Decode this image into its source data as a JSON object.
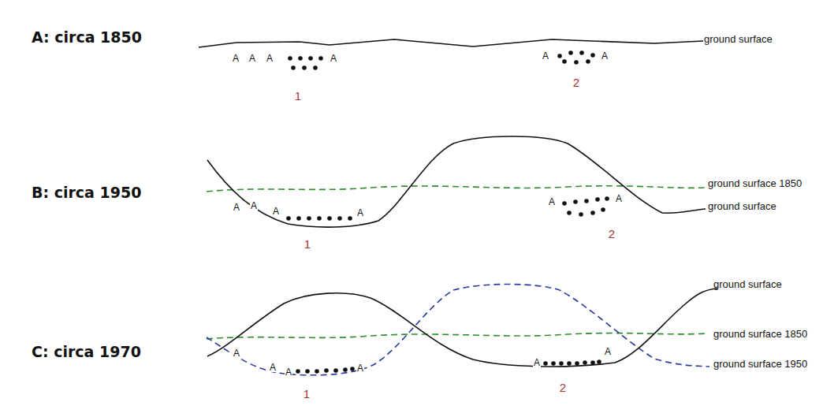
{
  "diagram": {
    "labels": [
      "A: circa 1850",
      "ground surface",
      "A",
      "A",
      "A",
      "A",
      "1",
      "A",
      "A",
      "2",
      "B: circa 1950",
      "ground surface 1850",
      "ground surface",
      "A",
      "A",
      "A",
      "A",
      "1",
      "A",
      "A",
      "2",
      "C: circa 1970",
      "ground surface",
      "ground surface 1850",
      "ground surface 1950",
      "A",
      "A",
      "A",
      "A",
      "1",
      "A",
      "A",
      "2"
    ]
  }
}
